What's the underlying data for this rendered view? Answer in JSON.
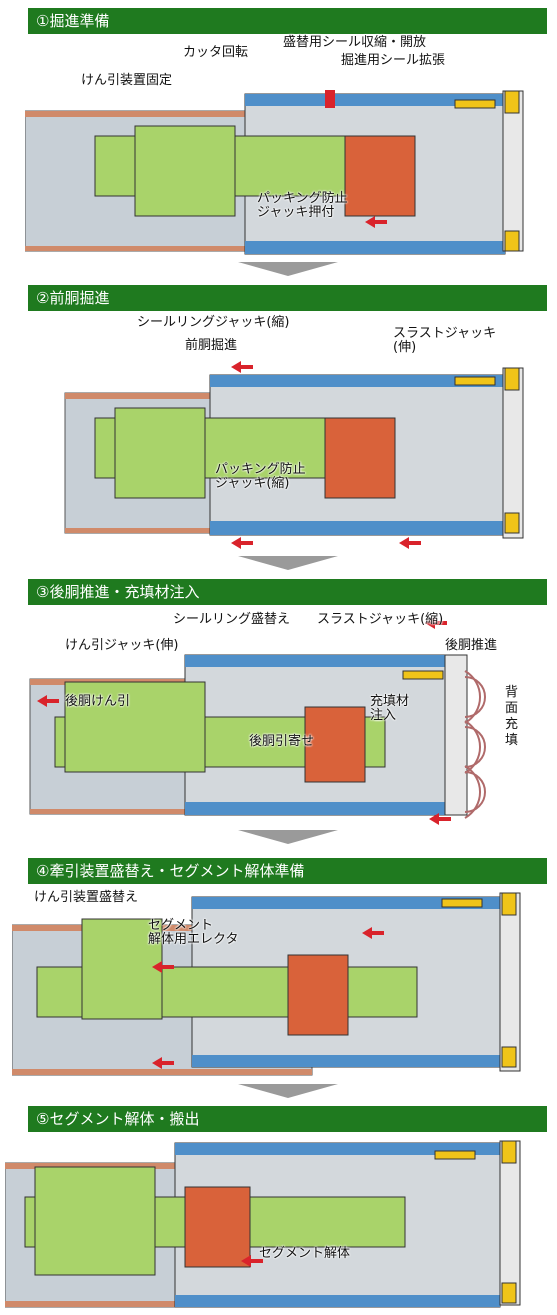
{
  "steps": [
    {
      "title": "①掘進準備",
      "labels": {
        "cutter": "カッタ回転",
        "fix": "けん引装置固定",
        "seal": "盛替用シール収縮・開放",
        "seal2": "掘進用シール拡張",
        "packing": "パッキング防止\nジャッキ押付"
      }
    },
    {
      "title": "②前胴掘進",
      "labels": {
        "sealjack": "シールリングジャッキ(縮)",
        "front": "前胴掘進",
        "thrust": "スラストジャッキ\n(伸)",
        "packing": "パッキング防止\nジャッキ(縮)"
      }
    },
    {
      "title": "③後胴推進・充填材注入",
      "labels": {
        "sealchange": "シールリング盛替え",
        "thrust": "スラストジャッキ(縮)",
        "tow": "けん引ジャッキ(伸)",
        "rear": "後胴推進",
        "reartow": "後胴けん引",
        "fill": "充填材\n注入",
        "back": "背\n面\n充\n填",
        "pull": "後胴引寄せ"
      }
    },
    {
      "title": "④牽引装置盛替え・セグメント解体準備",
      "labels": {
        "towchange": "けん引装置盛替え",
        "erector": "セグメント\n解体用エレクタ"
      }
    },
    {
      "title": "⑤セグメント解体・搬出",
      "labels": {
        "dismantle": "セグメント解体"
      }
    }
  ]
}
